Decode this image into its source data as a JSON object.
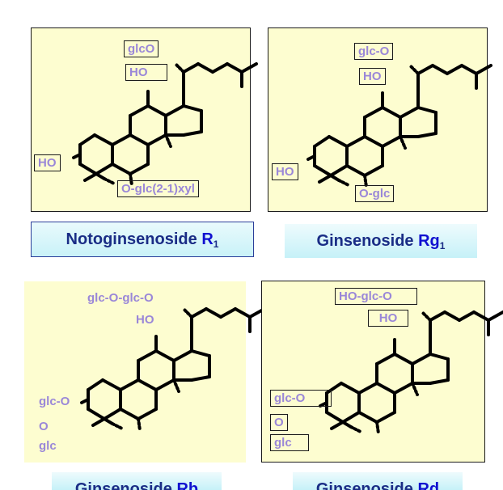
{
  "panels": {
    "r1": {
      "labels": {
        "sugar_top": "glcO",
        "hydroxyl_12": "HO",
        "hydroxyl_3": "HO",
        "sugar_6": "O-glc(2-1)xyl"
      },
      "caption": {
        "name": "Notoginsenoside ",
        "code": "R",
        "sub": "1"
      }
    },
    "rg1": {
      "labels": {
        "sugar_top": "glc-O",
        "hydroxyl_12": "HO",
        "hydroxyl_3": "HO",
        "sugar_6": "O-glc"
      },
      "caption": {
        "name": "Ginsenoside ",
        "code": "Rg",
        "sub": "1"
      }
    },
    "rb": {
      "labels": {
        "sugar_top": "glc-O-glc-O",
        "hydroxyl_12": "HO",
        "sugar_3": "glc-O",
        "link_o": "O",
        "sugar_3b": "glc"
      },
      "caption": {
        "name": "Ginsenoside ",
        "code": "Rb"
      }
    },
    "rd": {
      "labels": {
        "sugar_top": "HO-glc-O",
        "hydroxyl_12": "HO",
        "sugar_3": "glc-O",
        "link_o": "O",
        "sugar_3b": "glc"
      },
      "caption": {
        "name": "Ginsenoside ",
        "code": "Rd"
      }
    }
  },
  "colors": {
    "panel_bg": "#fdfdd0",
    "label": "#9a87d8",
    "caption_text": "#1a2d86",
    "caption_code": "#1010d0"
  }
}
